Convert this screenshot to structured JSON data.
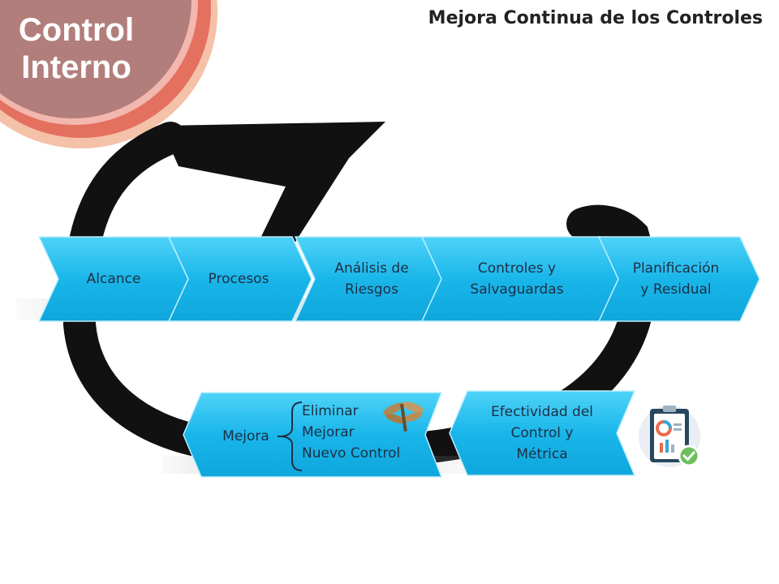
{
  "header": {
    "badge_line1": "Control",
    "badge_line2": "Interno",
    "title": "Mejora Continua de los Controles"
  },
  "colors": {
    "chevron": "#1ab8ec",
    "chevron_light": "#4fd0f7",
    "badge": "#b27e7b",
    "badge_ring": "#e4705f",
    "arrow": "#111111"
  },
  "process_steps": [
    {
      "line1": "Alcance",
      "line2": ""
    },
    {
      "line1": "Procesos",
      "line2": ""
    },
    {
      "line1": "Análisis de",
      "line2": "Riesgos"
    },
    {
      "line1": "Controles y",
      "line2": "Salvaguardas"
    },
    {
      "line1": "Planificación",
      "line2": "y Residual"
    }
  ],
  "mejora": {
    "label": "Mejora",
    "items": [
      "Eliminar",
      "Mejorar",
      "Nuevo Control"
    ]
  },
  "efectividad": {
    "line1": "Efectividad del",
    "line2": "Control y",
    "line3": "Métrica"
  },
  "icons": {
    "decor": "dragonfly-icon",
    "report": "clipboard-report-icon"
  }
}
